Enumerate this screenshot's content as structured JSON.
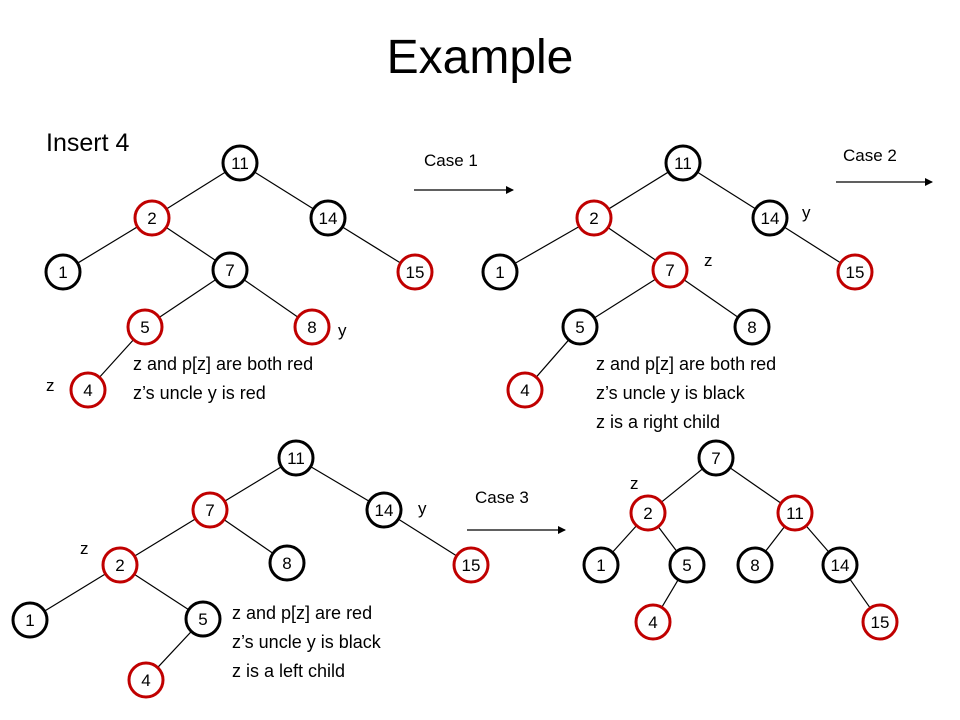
{
  "slide": {
    "title": "Example",
    "subtitle": "Insert 4"
  },
  "colors": {
    "red_node": "#c00000",
    "black_node": "#000000",
    "node_fill": "#ffffff",
    "edge": "#000000"
  },
  "arrows": {
    "case1": "Case 1",
    "case2": "Case 2",
    "case3": "Case 3"
  },
  "trees": [
    {
      "id": "insert",
      "nodes": [
        {
          "key": "11",
          "color": "black"
        },
        {
          "key": "2",
          "color": "red"
        },
        {
          "key": "14",
          "color": "black"
        },
        {
          "key": "1",
          "color": "black"
        },
        {
          "key": "7",
          "color": "black"
        },
        {
          "key": "15",
          "color": "red"
        },
        {
          "key": "5",
          "color": "red"
        },
        {
          "key": "8",
          "color": "red"
        },
        {
          "key": "4",
          "color": "red"
        }
      ],
      "edges": [
        [
          "11",
          "2"
        ],
        [
          "11",
          "14"
        ],
        [
          "2",
          "1"
        ],
        [
          "2",
          "7"
        ],
        [
          "14",
          "15"
        ],
        [
          "7",
          "5"
        ],
        [
          "7",
          "8"
        ],
        [
          "5",
          "4"
        ]
      ],
      "markers": {
        "z": "z",
        "y": "y"
      },
      "notes": [
        "z and p[z] are both red",
        "z’s uncle y is red"
      ]
    },
    {
      "id": "case1",
      "nodes": [
        {
          "key": "11",
          "color": "black"
        },
        {
          "key": "2",
          "color": "red"
        },
        {
          "key": "14",
          "color": "black"
        },
        {
          "key": "1",
          "color": "black"
        },
        {
          "key": "7",
          "color": "red"
        },
        {
          "key": "15",
          "color": "red"
        },
        {
          "key": "5",
          "color": "black"
        },
        {
          "key": "8",
          "color": "black"
        },
        {
          "key": "4",
          "color": "red"
        }
      ],
      "edges": [
        [
          "11",
          "2"
        ],
        [
          "11",
          "14"
        ],
        [
          "2",
          "1"
        ],
        [
          "2",
          "7"
        ],
        [
          "14",
          "15"
        ],
        [
          "7",
          "5"
        ],
        [
          "7",
          "8"
        ],
        [
          "5",
          "4"
        ]
      ],
      "markers": {
        "z": "z",
        "y": "y"
      },
      "notes": [
        "z and p[z] are both red",
        "z’s uncle y is black",
        "z is a right child"
      ]
    },
    {
      "id": "case2",
      "nodes": [
        {
          "key": "11",
          "color": "black"
        },
        {
          "key": "7",
          "color": "red"
        },
        {
          "key": "14",
          "color": "black"
        },
        {
          "key": "2",
          "color": "red"
        },
        {
          "key": "8",
          "color": "black"
        },
        {
          "key": "15",
          "color": "red"
        },
        {
          "key": "1",
          "color": "black"
        },
        {
          "key": "5",
          "color": "black"
        },
        {
          "key": "4",
          "color": "red"
        }
      ],
      "edges": [
        [
          "11",
          "7"
        ],
        [
          "11",
          "14"
        ],
        [
          "7",
          "2"
        ],
        [
          "7",
          "8"
        ],
        [
          "14",
          "15"
        ],
        [
          "2",
          "1"
        ],
        [
          "2",
          "5"
        ],
        [
          "5",
          "4"
        ]
      ],
      "markers": {
        "z": "z",
        "y": "y"
      },
      "notes": [
        "z and p[z] are red",
        "z’s uncle y is black",
        "z is a left child"
      ]
    },
    {
      "id": "case3",
      "nodes": [
        {
          "key": "7",
          "color": "black"
        },
        {
          "key": "2",
          "color": "red"
        },
        {
          "key": "11",
          "color": "red"
        },
        {
          "key": "1",
          "color": "black"
        },
        {
          "key": "5",
          "color": "black"
        },
        {
          "key": "8",
          "color": "black"
        },
        {
          "key": "14",
          "color": "black"
        },
        {
          "key": "4",
          "color": "red"
        },
        {
          "key": "15",
          "color": "red"
        }
      ],
      "edges": [
        [
          "7",
          "2"
        ],
        [
          "7",
          "11"
        ],
        [
          "2",
          "1"
        ],
        [
          "2",
          "5"
        ],
        [
          "11",
          "8"
        ],
        [
          "11",
          "14"
        ],
        [
          "5",
          "4"
        ],
        [
          "14",
          "15"
        ]
      ],
      "markers": {
        "z": "z"
      },
      "notes": []
    }
  ]
}
